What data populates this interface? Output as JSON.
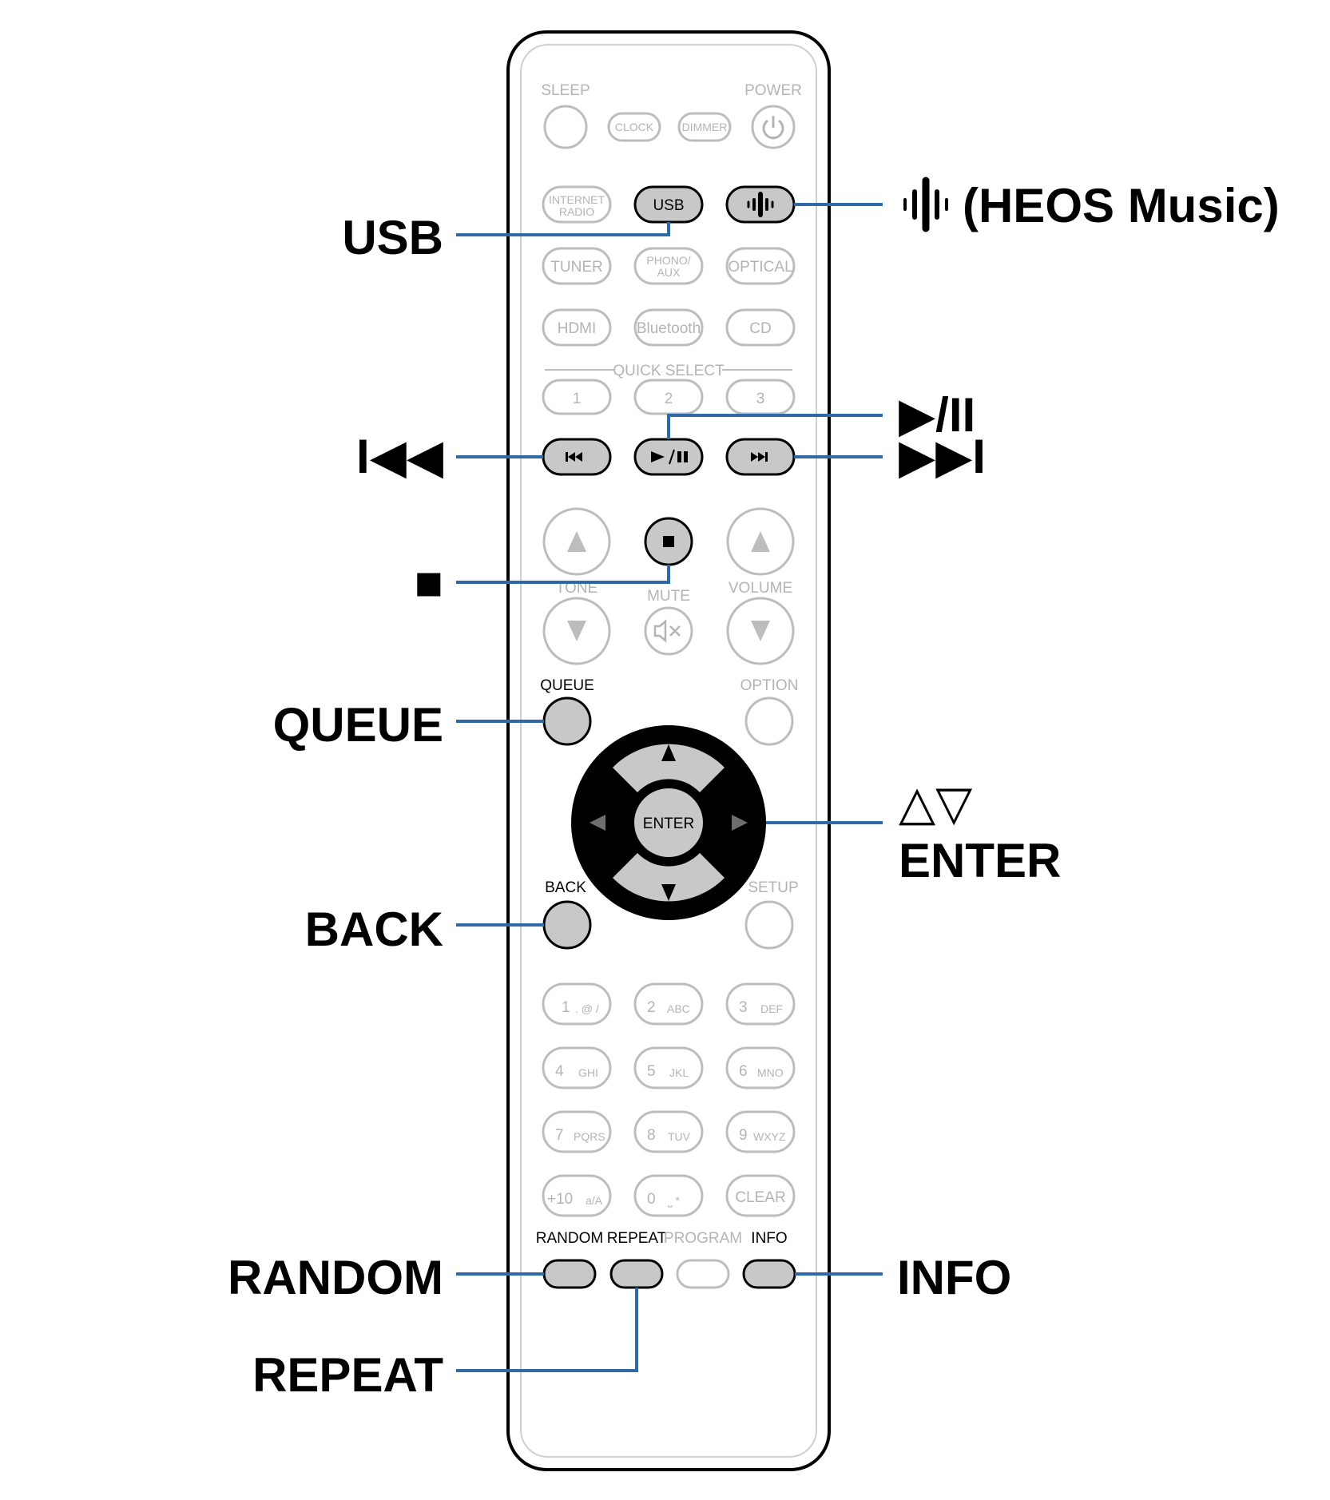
{
  "remote": {
    "top_row": {
      "sleep": "SLEEP",
      "clock": "CLOCK",
      "dimmer": "DIMMER",
      "power": "POWER"
    },
    "source_row1": {
      "internet_radio_line1": "INTERNET",
      "internet_radio_line2": "RADIO",
      "usb": "USB"
    },
    "source_row2": {
      "tuner": "TUNER",
      "phono_line1": "PHONO/",
      "phono_line2": "AUX",
      "optical": "OPTICAL"
    },
    "source_row3": {
      "hdmi": "HDMI",
      "bluetooth": "Bluetooth",
      "cd": "CD"
    },
    "quick_select": {
      "label": "QUICK SELECT",
      "buttons": [
        "1",
        "2",
        "3"
      ]
    },
    "tone_label": "TONE",
    "mute_label": "MUTE",
    "volume_label": "VOLUME",
    "queue_label": "QUEUE",
    "option_label": "OPTION",
    "enter_label": "ENTER",
    "back_label": "BACK",
    "setup_label": "SETUP",
    "numpad": [
      {
        "digit": "1",
        "letters": ". @ /"
      },
      {
        "digit": "2",
        "letters": "ABC"
      },
      {
        "digit": "3",
        "letters": "DEF"
      },
      {
        "digit": "4",
        "letters": "GHI"
      },
      {
        "digit": "5",
        "letters": "JKL"
      },
      {
        "digit": "6",
        "letters": "MNO"
      },
      {
        "digit": "7",
        "letters": "PQRS"
      },
      {
        "digit": "8",
        "letters": "TUV"
      },
      {
        "digit": "9",
        "letters": "WXYZ"
      },
      {
        "digit": "+10",
        "letters": "a/A"
      },
      {
        "digit": "0",
        "letters": "⎵ *"
      },
      {
        "digit": "CLEAR",
        "letters": ""
      }
    ],
    "bottom_row": {
      "random": "RANDOM",
      "repeat": "REPEAT",
      "program": "PROGRAM",
      "info": "INFO"
    }
  },
  "callouts": {
    "usb": "USB",
    "heos": "(HEOS Music)",
    "play_pause": "▶/II",
    "previous": "I◀◀",
    "next": "▶▶I",
    "stop": "■",
    "queue": "QUEUE",
    "cursor": "△▽",
    "enter": "ENTER",
    "back": "BACK",
    "random": "RANDOM",
    "info": "INFO",
    "repeat": "REPEAT"
  },
  "colors": {
    "leader_line": "#2e6aa8",
    "active_button": "#c8c8c8",
    "inactive_outline": "#bdbdbd"
  },
  "icons": [
    "power-icon",
    "heos-icon",
    "previous-icon",
    "play-pause-icon",
    "next-icon",
    "stop-icon",
    "mute-icon",
    "arrow-up-icon",
    "arrow-down-icon",
    "arrow-left-icon",
    "arrow-right-icon"
  ]
}
